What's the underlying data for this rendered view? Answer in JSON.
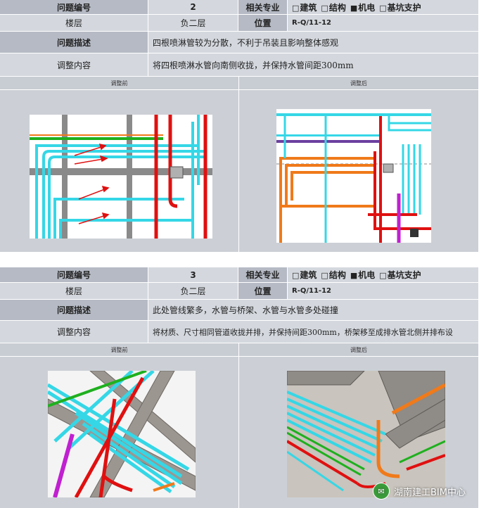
{
  "labels": {
    "issue_no": "问题编号",
    "discipline": "相关专业",
    "floor": "楼层",
    "location": "位置",
    "description": "问题描述",
    "adjustment": "调整内容",
    "before": "调整前",
    "after": "调整后"
  },
  "disciplines": [
    {
      "mark": "□",
      "name": "建筑"
    },
    {
      "mark": "□",
      "name": "结构"
    },
    {
      "mark": "■",
      "name": "机电"
    },
    {
      "mark": "□",
      "name": "基坑支护"
    }
  ],
  "records": [
    {
      "issue_no": "2",
      "floor": "负二层",
      "location": "R-Q/11-12",
      "description": "四根喷淋管较为分散，不利于吊装且影响整体感观",
      "adjustment": "将四根喷淋水管向南侧收拢，并保持水管间距300mm"
    },
    {
      "issue_no": "3",
      "floor": "负二层",
      "location": "R-Q/11-12",
      "description": "此处管线繁多，水管与桥架、水管与水管多处碰撞",
      "adjustment": "将材质、尺寸相同管道收拢并排，并保持间距300mm，桥架移至成排水管北侧并排布设"
    }
  ],
  "watermark": "湖南建工BIM中心",
  "colors": {
    "header_dark": "#b5bac4",
    "header_light": "#d4d8de",
    "panel_bg": "#ccd0d6",
    "pipe_cyan": "#35d7e6",
    "pipe_red": "#e01010",
    "pipe_green": "#1fb01f",
    "pipe_orange": "#f07a1a",
    "pipe_magenta": "#c020d0"
  }
}
